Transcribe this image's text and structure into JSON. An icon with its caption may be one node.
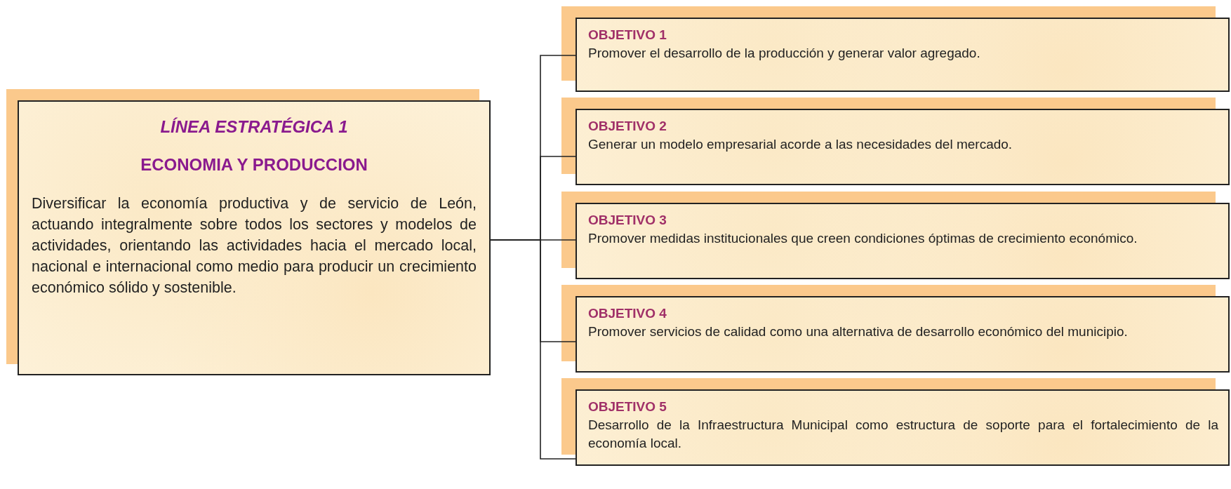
{
  "diagram": {
    "nodes": [
      {
        "text": [
          "LÍNEA ESTRATÉGICA 1",
          "ECONOMIA Y PRODUCCION",
          "Diversificar la economía productiva y de servicio de León, actuando integralmente sobre todos los sectores y modelos de actividades, orientando las actividades hacia el mercado local, nacional e internacional como medio para producir un crecimiento económico sólido y sostenible."
        ]
      },
      {
        "text": [
          "OBJETIVO 1",
          "Promover el desarrollo de la producción y generar valor agregado."
        ]
      },
      {
        "text": [
          "OBJETIVO 2",
          "Generar un modelo empresarial acorde a las necesidades del mercado."
        ]
      },
      {
        "text": [
          "OBJETIVO 3",
          "Promover medidas institucionales que creen condiciones óptimas de crecimiento económico."
        ]
      },
      {
        "text": [
          "OBJETIVO 4",
          "Promover servicios de calidad como una alternativa de desarrollo económico del municipio."
        ]
      },
      {
        "text": [
          "OBJETIVO 5",
          "Desarrollo de la Infraestructura Municipal como estructura de soporte para el fortalecimiento de la economía local."
        ]
      }
    ],
    "edges": [
      {
        "from": 0,
        "to": 1,
        "arrow": "none"
      },
      {
        "from": 0,
        "to": 2,
        "arrow": "none"
      },
      {
        "from": 0,
        "to": 3,
        "arrow": "none"
      },
      {
        "from": 0,
        "to": 4,
        "arrow": "none"
      },
      {
        "from": 0,
        "to": 5,
        "arrow": "none"
      }
    ]
  }
}
